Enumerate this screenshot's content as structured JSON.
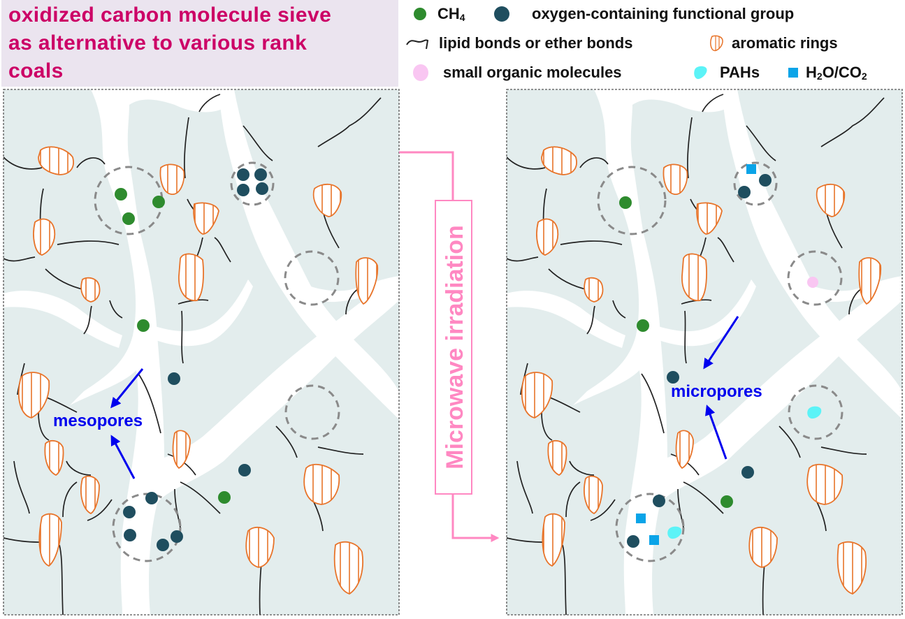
{
  "title": {
    "lines": [
      "oxidized carbon molecule sieve",
      "as alternative to various rank",
      "coals"
    ],
    "color": "#cc0066",
    "background": "#ebe4ef"
  },
  "legend": {
    "items": [
      {
        "key": "ch4",
        "icon": "green-dot-icon",
        "label": "CH",
        "sub": "4",
        "suffix": "",
        "color": "#2e8b2e"
      },
      {
        "key": "oxygen",
        "icon": "dark-teal-dot-icon",
        "label": "oxygen-containing functional group",
        "color": "#1f4e5f"
      },
      {
        "key": "bonds",
        "icon": "wavy-line-icon",
        "label": "lipid bonds or ether bonds",
        "color": "#222222"
      },
      {
        "key": "aromatic",
        "icon": "striped-blob-icon",
        "label": "aromatic rings",
        "color": "#e8742a"
      },
      {
        "key": "small",
        "icon": "pink-dot-icon",
        "label": "small organic molecules",
        "color": "#f9c6f2"
      },
      {
        "key": "pahs",
        "icon": "cyan-blob-icon",
        "label": "PAHs",
        "color": "#5cf3f7"
      },
      {
        "key": "h2o",
        "icon": "blue-square-icon",
        "label_parts": [
          "H",
          "2",
          "O/CO",
          "2"
        ],
        "color": "#0aa4e8"
      }
    ]
  },
  "process": {
    "label": "Microwave irradiation",
    "color": "#ff88c2"
  },
  "panels": {
    "before": {
      "annotation": "mesopores",
      "annotation_color": "#0000ee"
    },
    "after": {
      "annotation": "micropores",
      "annotation_color": "#0000ee"
    }
  },
  "colors": {
    "matrix": "#e3eded",
    "pore": "#ffffff",
    "ring_stroke": "#e8742a",
    "bond": "#222222",
    "ch4": "#2e8b2e",
    "oxygen": "#1f4e5f",
    "small_molecule": "#f9c6f2",
    "pah": "#5cf3f7",
    "h2o_co2": "#0aa4e8",
    "circle_dash": "#8a8a8a",
    "frame": "#555555"
  }
}
